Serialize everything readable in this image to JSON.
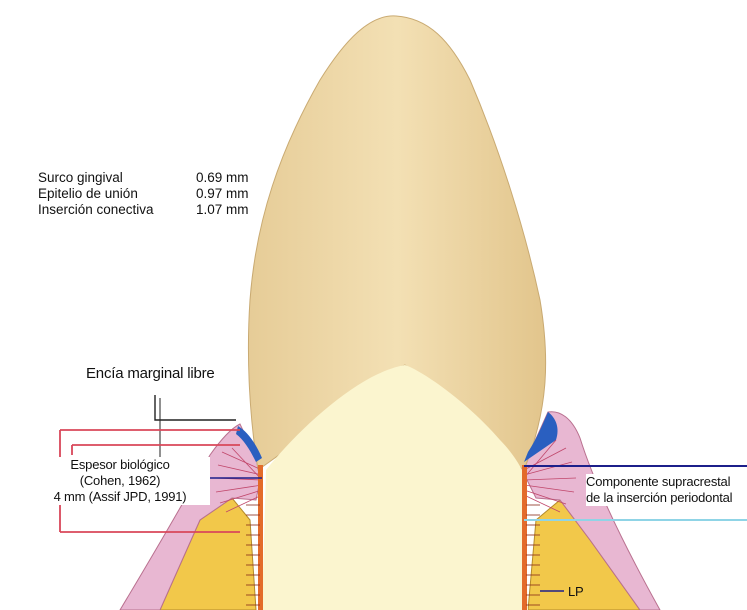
{
  "measurements": [
    {
      "name": "Surco gingival",
      "value": "0.69 mm"
    },
    {
      "name": "Epitelio de unión",
      "value": "0.97 mm"
    },
    {
      "name": "Inserción conectiva",
      "value": "1.07 mm"
    }
  ],
  "labels": {
    "encia": "Encía marginal libre",
    "espesor_1": "Espesor biológico",
    "espesor_2": "(Cohen, 1962)",
    "espesor_3": "4 mm (Assif JPD, 1991)",
    "componente_1": "Componente supracrestal",
    "componente_2": "de la inserción periodontal",
    "lp": "LP"
  },
  "colors": {
    "enamel": "#efd9a6",
    "root": "#fbf5cf",
    "gingiva": "#e8b7d2",
    "bone": "#f2c84a",
    "junction_blue": "#2a5fc0",
    "marker_red": "#d9475a",
    "line_navy": "#1c1f8a",
    "line_cyan": "#8fd4e6"
  }
}
